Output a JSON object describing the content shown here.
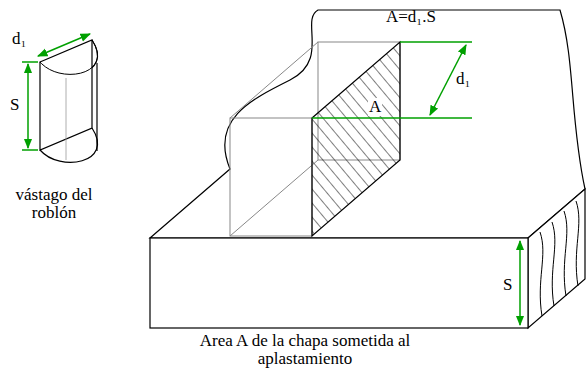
{
  "diagram": {
    "caption": "Area A de la chapa sometida al aplastamiento",
    "labels": [
      "d₁",
      "S",
      "vástago del roblón",
      "A=d₁.S",
      "d₁",
      "A",
      "S"
    ]
  }
}
